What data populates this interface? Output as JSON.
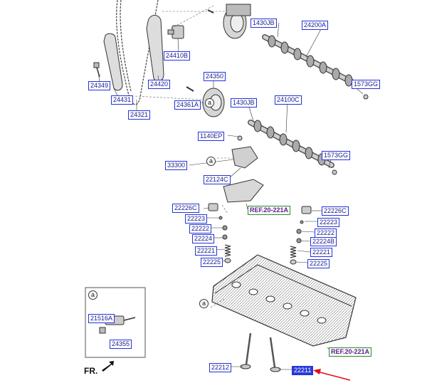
{
  "diagram": {
    "labels": {
      "p1430jb_top": "1430JB",
      "p24200a": "24200A",
      "p24410b": "24410B",
      "p1573gg_top": "1573GG",
      "p24349": "24349",
      "p24431": "24431",
      "p24420": "24420",
      "p24321": "24321",
      "p24350": "24350",
      "p24361a": "24361A",
      "p1430jb_mid": "1430JB",
      "p24100c": "24100C",
      "p1140ep": "1140EP",
      "p1573gg_mid": "1573GG",
      "p33300": "33300",
      "p22124c": "22124C",
      "p22226c_left": "22226C",
      "ref_top": "REF.20-221A",
      "p22226c_right": "22226C",
      "p22223_left": "22223",
      "p22223_right": "22223",
      "p22222_left": "22222",
      "p22222_right": "22222",
      "p22224_left": "22224",
      "p22224b": "22224B",
      "p22221_left": "22221",
      "p22221_right": "22221",
      "p22225_left": "22225",
      "p22225_right": "22225",
      "inset_a": "a",
      "p21516a": "21516A",
      "p24355": "24355",
      "ref_bottom": "REF.20-221A",
      "p22212": "22212",
      "p22211": "22211",
      "fr": "FR.",
      "callout_a_1": "a",
      "callout_a_2": "a",
      "callout_a_3": "a"
    },
    "colors": {
      "label_border": "#2233dd",
      "label_text": "#1a1a8c",
      "highlight": "#2a3ad6",
      "ref_border": "#2e8a2e",
      "arrow": "#e0101a",
      "line": "#333333"
    }
  }
}
